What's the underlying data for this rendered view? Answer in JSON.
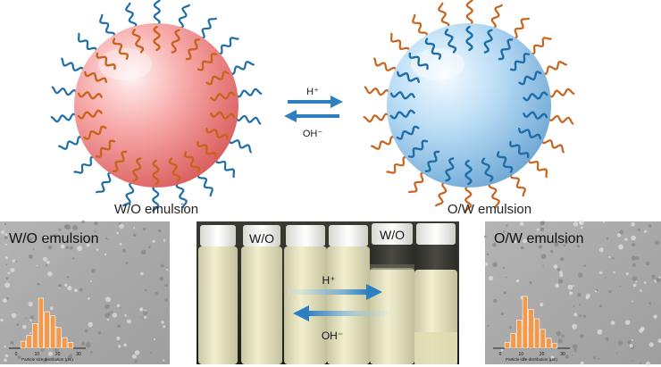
{
  "top": {
    "left_label": "W/O emulsion",
    "right_label": "O/W emulsion",
    "forward_reagent": "H⁺",
    "reverse_reagent": "OH⁻"
  },
  "micrographs": {
    "left": {
      "label": "W/O emulsion",
      "axis_label": "Particle size distribution (μm)",
      "histogram": [
        0.12,
        0.22,
        0.42,
        0.85,
        0.62,
        0.55,
        0.35,
        0.18,
        0.1
      ],
      "ticks": [
        "0",
        "10",
        "20",
        "30"
      ]
    },
    "right": {
      "label": "O/W emulsion",
      "axis_label": "Particle size distribution (μm)",
      "histogram": [
        0.1,
        0.25,
        0.48,
        0.88,
        0.66,
        0.5,
        0.32,
        0.17,
        0.08
      ],
      "ticks": [
        "0",
        "10",
        "20",
        "30"
      ]
    }
  },
  "photo": {
    "cap_label_1": "W/O",
    "cap_label_2": "W/O",
    "forward_reagent": "H⁺",
    "reverse_reagent": "OH⁻"
  },
  "colors": {
    "hydrophilic_tail": "#1f6ea8",
    "hydrophobic_tail": "#c8641e",
    "wo_droplet": "#f08a8a",
    "ow_droplet": "#9cc9ec",
    "arrow": "#2c7fc0",
    "histogram_bar": "#f39a4a"
  }
}
